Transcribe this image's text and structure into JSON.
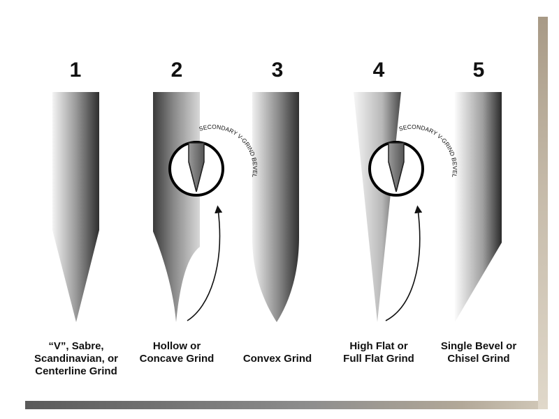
{
  "grinds": [
    {
      "number": "1",
      "caption": "“V”, Sabre,\nScandinavian, or\nCenterline Grind"
    },
    {
      "number": "2",
      "caption": "Hollow or\nConcave Grind",
      "inset_label": "SECONDARY V-GRIND BEVEL"
    },
    {
      "number": "3",
      "caption": "Convex Grind"
    },
    {
      "number": "4",
      "caption": "High Flat or\nFull Flat Grind",
      "inset_label": "SECONDARY V-GRIND BEVEL"
    },
    {
      "number": "5",
      "caption": "Single Bevel or\nChisel Grind"
    }
  ],
  "colors": {
    "blade_dark": "#3a3a3a",
    "blade_light": "#f2f2f2",
    "text": "#111111",
    "frame": "#a89a86"
  }
}
